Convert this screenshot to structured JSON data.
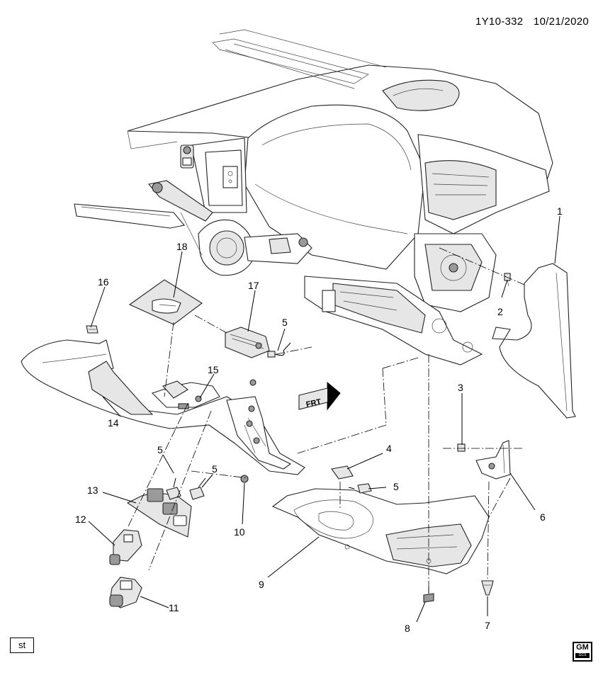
{
  "header": {
    "diagram_id": "1Y10-332",
    "date": "10/21/2020"
  },
  "footer": {
    "st_label": "st",
    "logo_text": "GM",
    "logo_sub": "GCS"
  },
  "direction_label": "FRT",
  "callouts": {
    "c1": "1",
    "c2": "2",
    "c3": "3",
    "c4": "4",
    "c5a": "5",
    "c5b": "5",
    "c5c": "5",
    "c5d": "5",
    "c6": "6",
    "c7": "7",
    "c8": "8",
    "c9": "9",
    "c10": "10",
    "c11": "11",
    "c12": "12",
    "c13": "13",
    "c14": "14",
    "c15": "15",
    "c16": "16",
    "c17": "17",
    "c18": "18"
  }
}
